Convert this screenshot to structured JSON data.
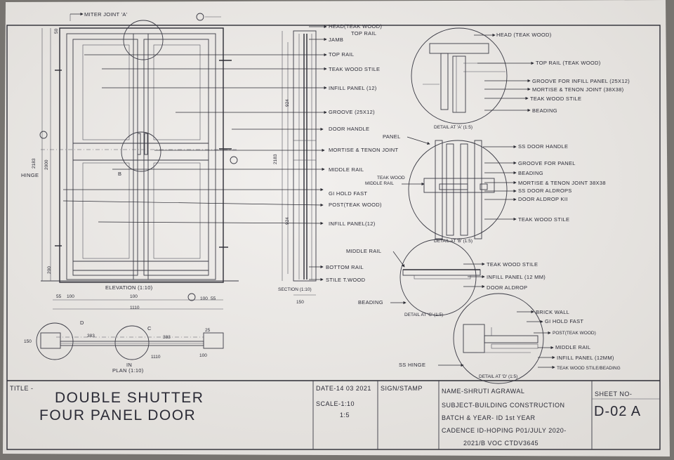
{
  "labels": {
    "miter_joint": "MITER JOINT 'A'",
    "b_marker": "B",
    "d_marker": "D",
    "c_marker": "C",
    "hinge_left": "HINGE",
    "elevation_caption": "ELEVATION (1:10)",
    "section_caption": "SECTION (1:10)",
    "plan_caption": "PLAN (1:10)",
    "in_label": "IN"
  },
  "dimensions": {
    "top_left": "50",
    "left_height": "2000",
    "left_total": "2183",
    "bottom": "200",
    "mid_a": "55",
    "mid_b": "100",
    "mid_c": "100",
    "overall_width": "1110",
    "right_a": "100",
    "right_b": "55",
    "sec_height": "2183",
    "sec_upper": "924",
    "sec_lower": "924",
    "sec_width": "150",
    "plan_d1": "383",
    "plan_d2": "383",
    "plan_d3": "150",
    "plan_d4": "1110",
    "plan_d5": "100",
    "plan_d6": "25"
  },
  "callouts_center": [
    "HEAD(TEAK WOOD)",
    "TOP RAIL",
    "JAMB",
    "TOP RAIL",
    "TEAK WOOD STILE",
    "INFILL PANEL (12)",
    "GROOVE (25X12)",
    "DOOR HANDLE",
    "MORTISE & TENON JOINT",
    "MIDDLE RAIL",
    "GI HOLD FAST",
    "POST(TEAK WOOD)",
    "INFILL PANEL(12)",
    "BOTTOM RAIL",
    "STILE T.WOOD"
  ],
  "detail_a": {
    "caption": "DETAIL AT 'A' (1:5)",
    "callouts": [
      "HEAD (TEAK WOOD)",
      "TOP RAIL (TEAK WOOD)",
      "GROOVE FOR INFILL PANEL (25X12)",
      "MORTISE & TENON JOINT (38X38)",
      "TEAK WOOD STILE",
      "BEADING"
    ]
  },
  "detail_b": {
    "caption": "DETAIL AT 'B' (1:5)",
    "panel_label": "PANEL",
    "left_label_1": "TEAK WOOD",
    "left_label_2": "MIDDLE RAIL",
    "callouts": [
      "SS DOOR HANDLE",
      "GROOVE FOR PANEL",
      "BEADING",
      "MORTISE & TENON JOINT 38X38",
      "SS DOOR ALDROPS",
      "DOOR ALDROP KII",
      "TEAK WOOD STILE"
    ]
  },
  "detail_c": {
    "caption": "DETAIL AT 'C' (1:5)",
    "middle_rail": "MIDDLE RAIL",
    "beading": "BEADING",
    "callouts": [
      "TEAK WOOD STILE",
      "INFILL PANEL (12 MM)",
      "DOOR ALDROP"
    ]
  },
  "detail_d": {
    "caption": "DETAIL AT 'D' (1:5)",
    "hinge": "SS HINGE",
    "callouts": [
      "BRICK WALL",
      "GI HOLD FAST",
      "POST(TEAK WOOD)",
      "MIDDLE RAIL",
      "INFILL PANEL (12MM)",
      "TEAK WOOD STILE/BEADING"
    ]
  },
  "title_block": {
    "title_label": "TITLE -",
    "title_line1": "DOUBLE SHUTTER",
    "title_line2": "FOUR PANEL DOOR",
    "date": "DATE-14 03 2021",
    "scale": "SCALE-1:10",
    "scale2": "1:5",
    "sign": "SIGN/STAMP",
    "name": "NAME-SHRUTI AGRAWAL",
    "subject": "SUBJECT-BUILDING CONSTRUCTION",
    "batch": "BATCH & YEAR- ID 1st YEAR",
    "cadence": "CADENCE ID-HOPING P01/JULY 2020-",
    "cadence2": "2021/B VOC CTDV3645",
    "sheet_label": "SHEET NO-",
    "sheet_no": "D-02 A"
  }
}
